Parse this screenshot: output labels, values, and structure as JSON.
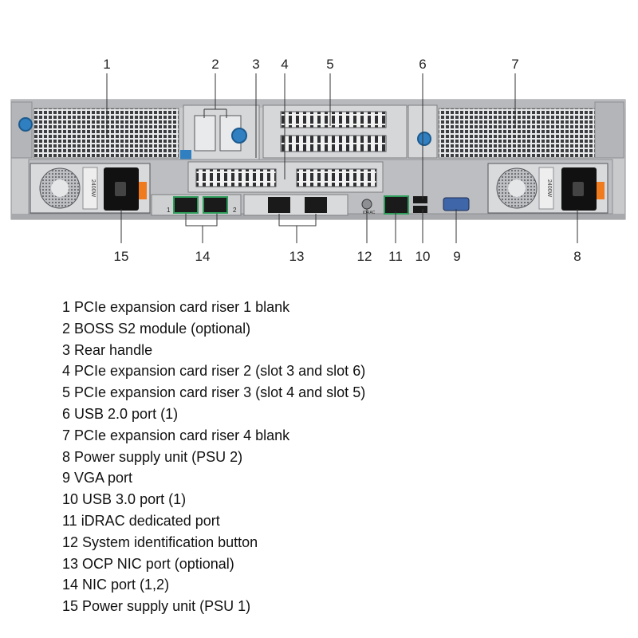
{
  "callouts": [
    {
      "num": "1"
    },
    {
      "num": "2"
    },
    {
      "num": "3"
    },
    {
      "num": "4"
    },
    {
      "num": "5"
    },
    {
      "num": "6"
    },
    {
      "num": "7"
    },
    {
      "num": "8"
    },
    {
      "num": "9"
    },
    {
      "num": "10"
    },
    {
      "num": "11"
    },
    {
      "num": "12"
    },
    {
      "num": "13"
    },
    {
      "num": "14"
    },
    {
      "num": "15"
    }
  ],
  "psu_label": "2400W",
  "port_labels": {
    "nic1": "1",
    "nic2": "2",
    "idrac": "iDRAC"
  },
  "legend": [
    {
      "num": "1",
      "text": "PCIe expansion card riser 1 blank"
    },
    {
      "num": "2",
      "text": "BOSS S2 module (optional)"
    },
    {
      "num": "3",
      "text": "Rear handle"
    },
    {
      "num": "4",
      "text": "PCIe expansion card riser 2 (slot 3 and slot 6)"
    },
    {
      "num": "5",
      "text": "PCIe expansion card riser 3 (slot 4 and slot 5)"
    },
    {
      "num": "6",
      "text": "USB 2.0 port (1)"
    },
    {
      "num": "7",
      "text": "PCIe expansion card riser 4 blank"
    },
    {
      "num": "8",
      "text": "Power supply unit (PSU 2)"
    },
    {
      "num": "9",
      "text": "VGA port"
    },
    {
      "num": "10",
      "text": "USB 3.0 port (1)"
    },
    {
      "num": "11",
      "text": "iDRAC dedicated port"
    },
    {
      "num": "12",
      "text": "System identification button"
    },
    {
      "num": "13",
      "text": "OCP NIC port (optional)"
    },
    {
      "num": "14",
      "text": "NIC port (1,2)"
    },
    {
      "num": "15",
      "text": "Power supply unit (PSU 1)"
    }
  ],
  "colors": {
    "chassis": "#c9cacc",
    "chassis_dark": "#8d8f92",
    "grille": "#3c3d40",
    "handle_orange": "#f07a1e",
    "thumbscrew_blue": "#2f7fc1",
    "port_green": "#2e9d5b"
  }
}
